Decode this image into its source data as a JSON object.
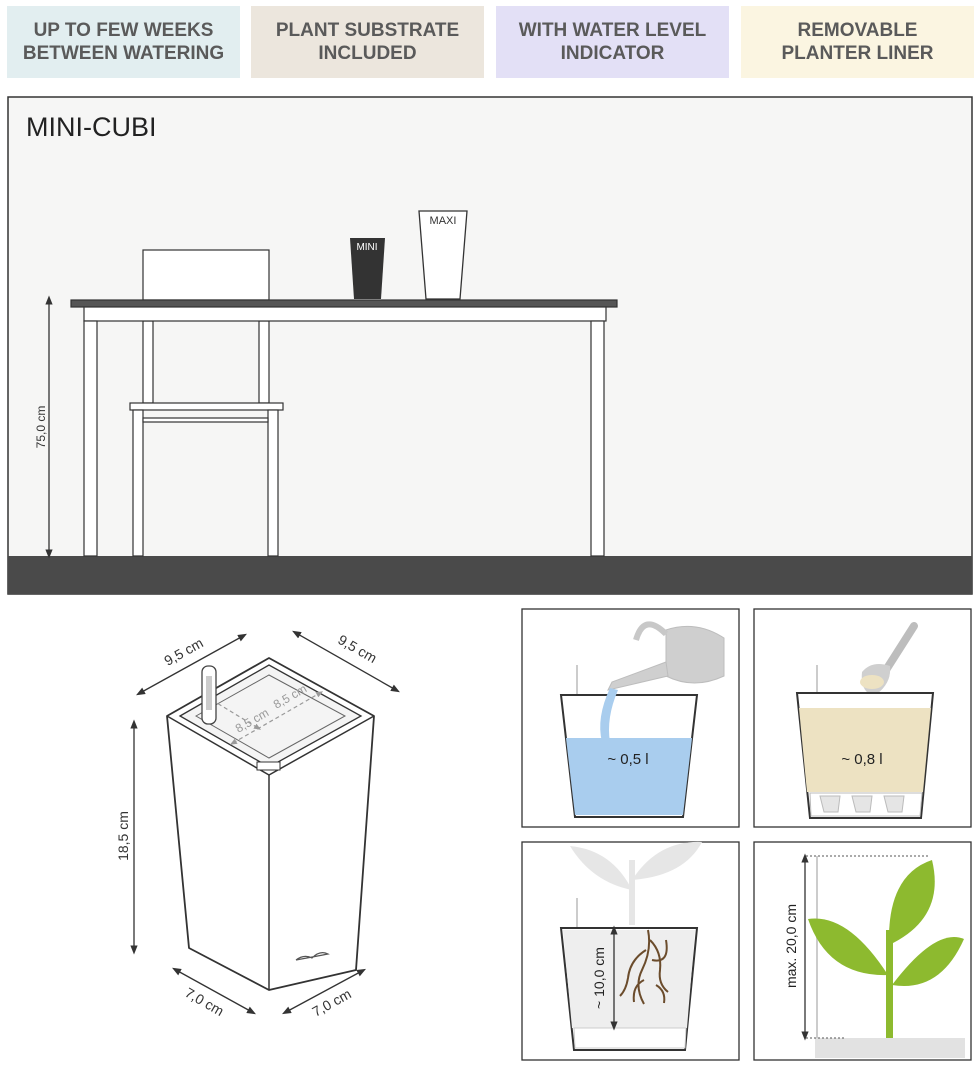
{
  "features": [
    {
      "label": "UP TO FEW WEEKS\nBETWEEN WATERING",
      "bg": "#e2eef0"
    },
    {
      "label": "PLANT SUBSTRATE\nINCLUDED",
      "bg": "#ece6dd"
    },
    {
      "label": "WITH WATER LEVEL\nINDICATOR",
      "bg": "#e3e0f6"
    },
    {
      "label": "REMOVABLE\nPLANTER LINER",
      "bg": "#fbf5e1"
    }
  ],
  "scene": {
    "title": "MINI-CUBI",
    "mini_label": "MINI",
    "maxi_label": "MAXI",
    "table_height": "75,0 cm"
  },
  "dimensions": {
    "top_left": "9,5 cm",
    "top_right": "9,5 cm",
    "inner_a": "8,5 cm",
    "inner_b": "8,5 cm",
    "height": "18,5 cm",
    "bottom_left": "7,0 cm",
    "bottom_right": "7,0 cm"
  },
  "panels": {
    "water_volume": "~ 0,5 l",
    "substrate_volume": "~ 0,8 l",
    "root_depth": "~ 10,0 cm",
    "max_plant_height": "max. 20,0 cm"
  },
  "colors": {
    "water": "#a9cdee",
    "substrate": "#ede2c2",
    "leaf": "#8dba2f",
    "floor": "#4a4a4a",
    "wall": "#f6f6f5"
  }
}
